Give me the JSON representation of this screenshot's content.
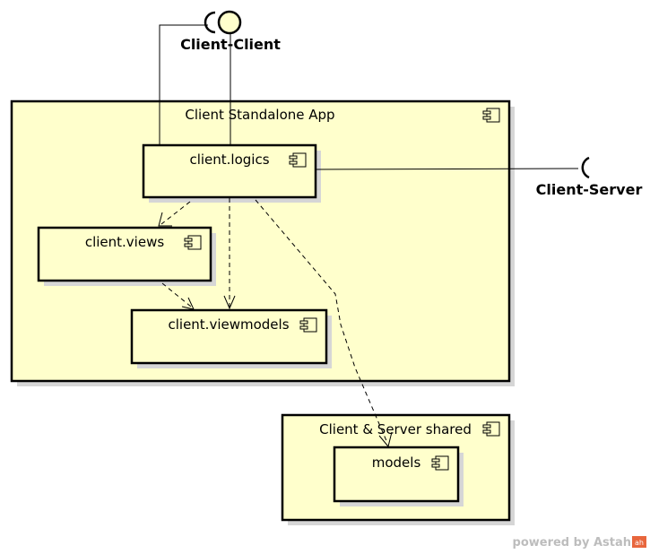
{
  "diagram": {
    "type": "uml-component-diagram",
    "colors": {
      "component_fill": "#FFFFCC",
      "shadow": "#D6D6D6",
      "stroke": "#000000",
      "brand_text": "#BDBDBD",
      "brand_logo": "#E8663D"
    },
    "components": {
      "standalone": {
        "label": "Client Standalone App",
        "icon": "component-icon"
      },
      "logics": {
        "label": "client.logics",
        "icon": "component-icon"
      },
      "views": {
        "label": "client.views",
        "icon": "component-icon"
      },
      "viewmodels": {
        "label": "client.viewmodels",
        "icon": "component-icon"
      },
      "shared": {
        "label": "Client & Server shared",
        "icon": "component-icon"
      },
      "models": {
        "label": "models",
        "icon": "component-icon"
      }
    },
    "interfaces": {
      "client_client": {
        "label": "Client-Client",
        "kind": "provided-and-required"
      },
      "client_server": {
        "label": "Client-Server",
        "kind": "required"
      }
    },
    "dependencies": [
      {
        "from": "client.logics",
        "to": "client.views"
      },
      {
        "from": "client.logics",
        "to": "client.viewmodels"
      },
      {
        "from": "client.views",
        "to": "client.viewmodels"
      },
      {
        "from": "client.logics",
        "to": "models"
      }
    ],
    "watermark": {
      "text": "powered by Astah",
      "logo_text": "ah"
    }
  }
}
